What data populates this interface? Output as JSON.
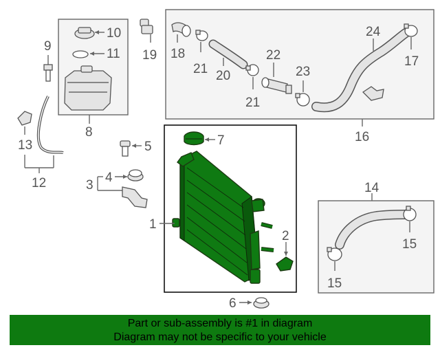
{
  "callouts": {
    "c1": "1",
    "c2": "2",
    "c3": "3",
    "c4": "4",
    "c5": "5",
    "c6": "6",
    "c7": "7",
    "c8": "8",
    "c9": "9",
    "c10": "10",
    "c11": "11",
    "c12": "12",
    "c13": "13",
    "c14": "14",
    "c15a": "15",
    "c15b": "15",
    "c16": "16",
    "c17": "17",
    "c18": "18",
    "c19": "19",
    "c20": "20",
    "c21a": "21",
    "c21b": "21",
    "c22": "22",
    "c23": "23",
    "c24": "24"
  },
  "banner": {
    "line1": "Part or sub-assembly is #1 in diagram",
    "line2": "Diagram may not be specific to your vehicle"
  },
  "colors": {
    "highlight_part": "#0f7a12",
    "banner_bg": "#0e7a10",
    "line": "#666666"
  }
}
